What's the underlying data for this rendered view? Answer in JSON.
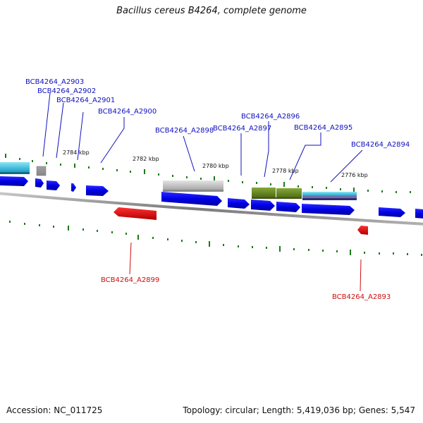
{
  "title": "Bacillus cereus B4264, complete genome",
  "footer": {
    "accession": "Accession: NC_011725",
    "summary": "Topology: circular; Length: 5,419,036 bp; Genes: 5,547"
  },
  "colors": {
    "gene_blue": "#0000ee",
    "gene_red": "#ee0000",
    "gene_gray": "#bdbdbd",
    "gene_olive": "#6b8e23",
    "gene_cyan": "#40c8e0",
    "tick_green": "#1a7a1a",
    "label_blue": "#1010c0",
    "label_red": "#cc1010"
  },
  "kbp_labels": [
    "2784 kbp",
    "2782 kbp",
    "2780 kbp",
    "2778 kbp",
    "2776 kbp"
  ],
  "gene_labels_top": [
    "BCB4264_A2903",
    "BCB4264_A2902",
    "BCB4264_A2901",
    "BCB4264_A2900",
    "BCB4264_A2898",
    "BCB4264_A2897",
    "BCB4264_A2896",
    "BCB4264_A2895",
    "BCB4264_A2894"
  ],
  "gene_labels_bottom": [
    "BCB4264_A2899",
    "BCB4264_A2893"
  ]
}
